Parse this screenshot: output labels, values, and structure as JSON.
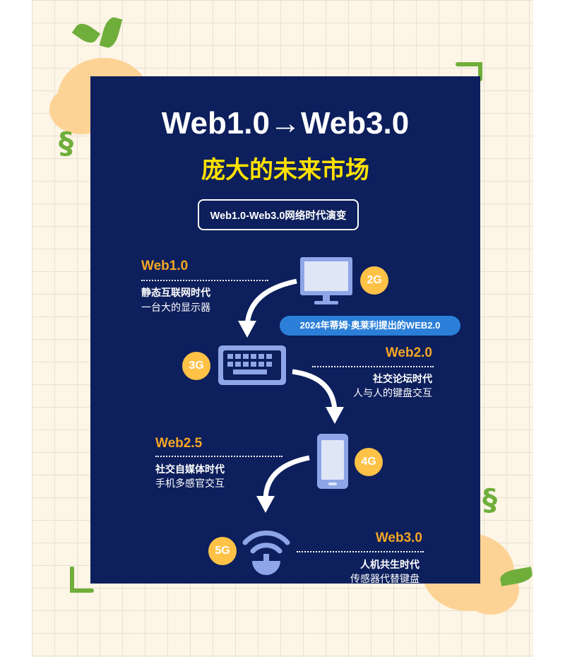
{
  "title_line1": "Web1.0→Web3.0",
  "title_line2": "庞大的未来市场",
  "subtitle": "Web1.0-Web3.0网络时代演变",
  "callout": "2024年蒂姆·奥莱利提出的WEB2.0",
  "colors": {
    "panel": "#0d1f5c",
    "accent_yellow": "#ffe100",
    "era_orange": "#f5a623",
    "badge": "#ffc247",
    "pill": "#2b7fd8",
    "icon": "#8ea6e8"
  },
  "eras": [
    {
      "label": "Web1.0",
      "name": "静态互联网时代",
      "desc": "一台大的显示器",
      "network": "2G",
      "icon": "monitor-icon"
    },
    {
      "label": "Web2.0",
      "name": "社交论坛时代",
      "desc": "人与人的键盘交互",
      "network": "3G",
      "icon": "keyboard-icon"
    },
    {
      "label": "Web2.5",
      "name": "社交自媒体时代",
      "desc": "手机多感官交互",
      "network": "4G",
      "icon": "phone-icon"
    },
    {
      "label": "Web3.0",
      "name": "人机共生时代",
      "desc": "传感器代替键盘",
      "network": "5G",
      "icon": "wifi-sensor-icon"
    }
  ]
}
